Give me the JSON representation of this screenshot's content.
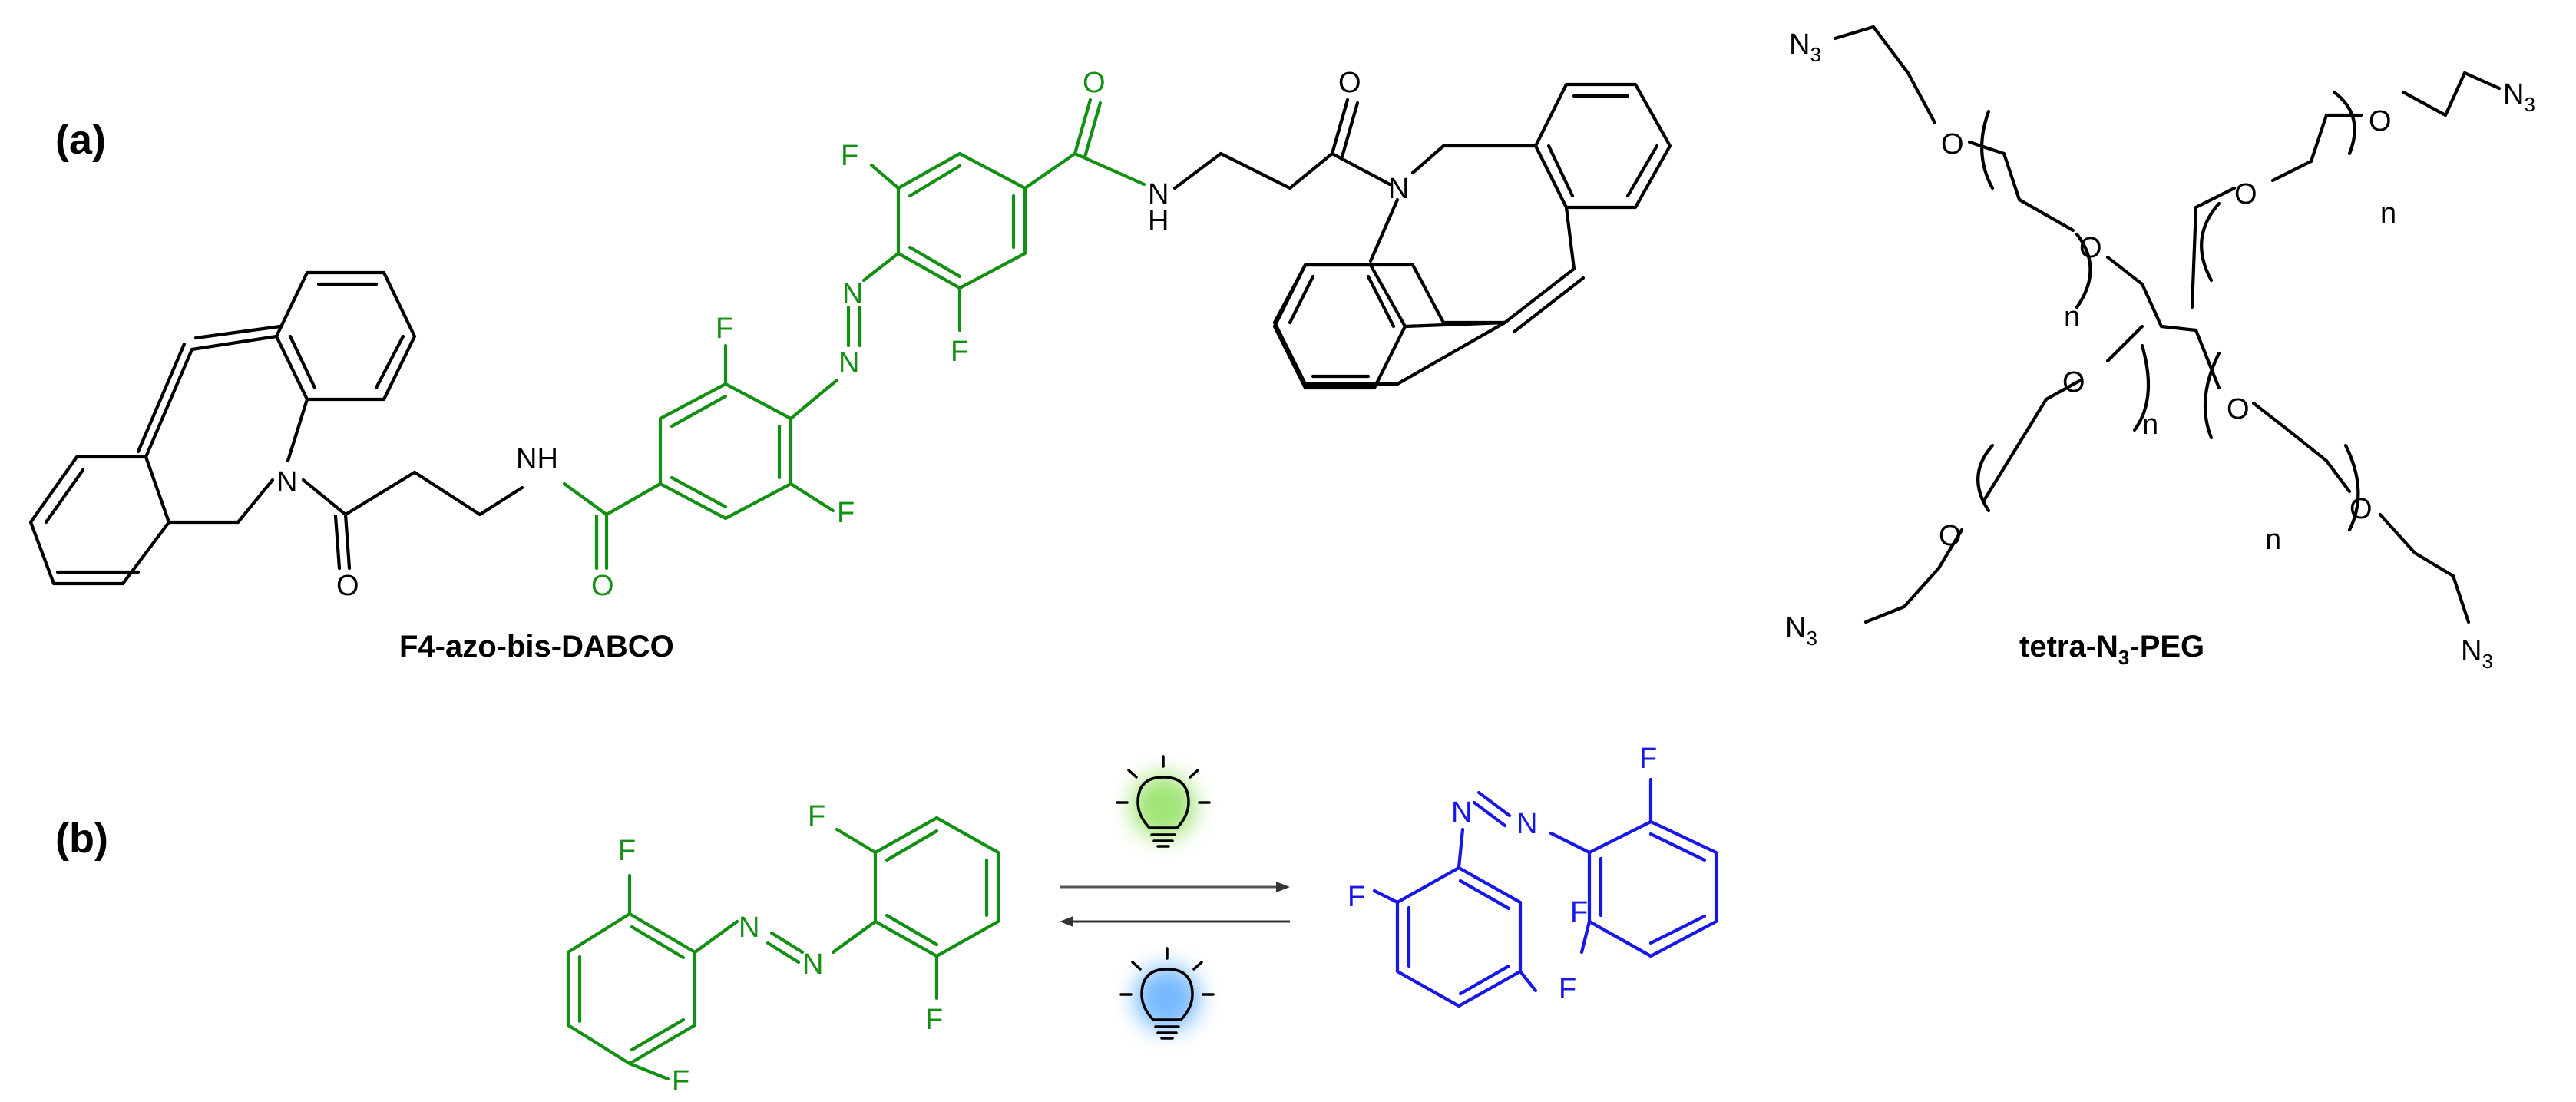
{
  "panels": {
    "a": {
      "label": "(a)",
      "compound_1": "F4-azo-bis-DABCO",
      "compound_2": {
        "prefix": "tetra-N",
        "subscript": "3",
        "suffix": "-PEG"
      }
    },
    "b": {
      "label": "(b)"
    }
  },
  "atoms": {
    "F": "F",
    "N": "N",
    "O": "O",
    "NH": "NH",
    "H": "H",
    "n": "n",
    "azide_main": "N",
    "azide_sub": "3"
  },
  "colors": {
    "bonds": "#000000",
    "azobenzene": "#138f13",
    "cis_isomer": "#1717e6",
    "green_glow": "#9be36e",
    "blue_glow": "#6fb6ff"
  },
  "icons": {
    "light_green": "lightbulb-icon",
    "light_blue": "lightbulb-icon"
  }
}
